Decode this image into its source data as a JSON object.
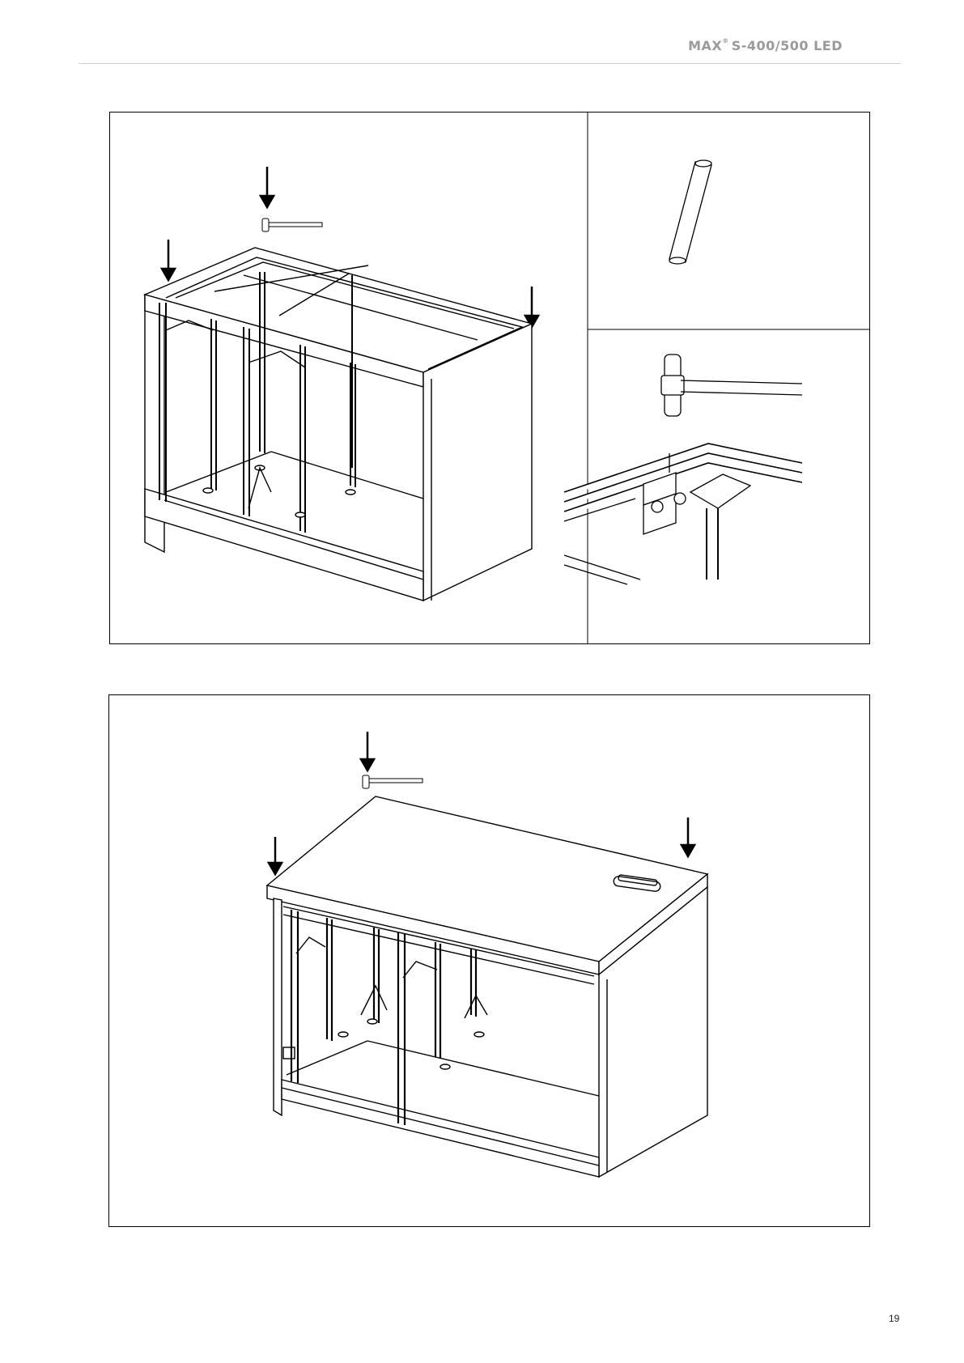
{
  "header": {
    "brand": "MAX",
    "mark": "®",
    "model": "S-400/500 LED"
  },
  "page_number": "19"
}
